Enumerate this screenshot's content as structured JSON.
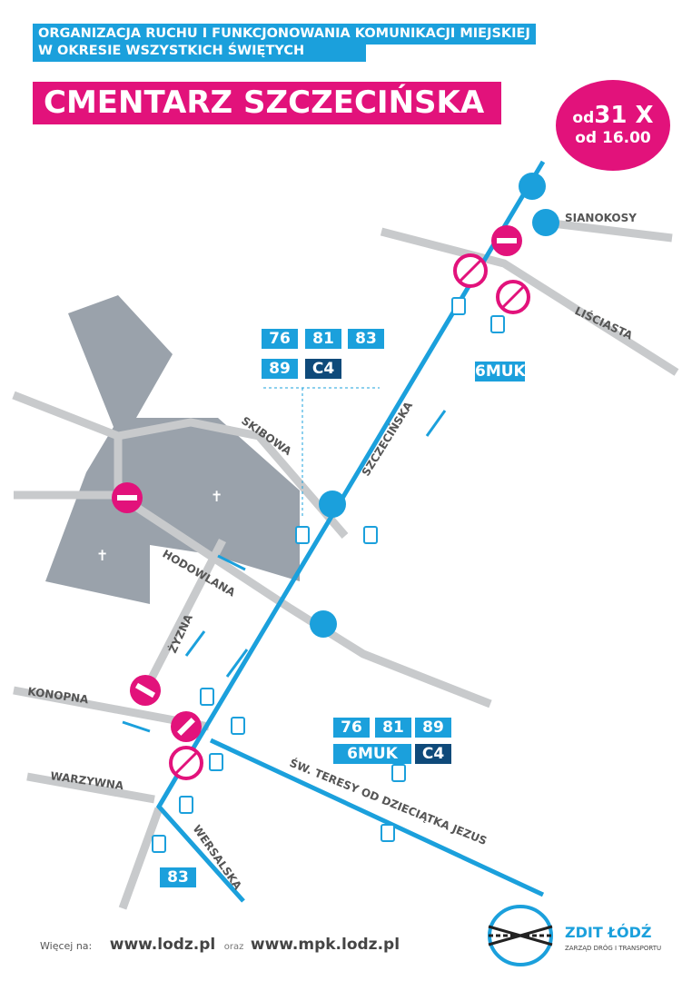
{
  "header": {
    "line1": "ORGANIZACJA RUCHU I FUNKCJONOWANIA KOMUNIKACJI MIEJSKIEJ",
    "line2": "W OKRESIE WSZYSTKICH ŚWIĘTYCH",
    "title": "CMENTARZ SZCZECIŃSKA"
  },
  "date": {
    "prefix": "od",
    "day": "31 X",
    "time": "od 16.00"
  },
  "streets": {
    "sianokosy": "SIANOKOSY",
    "lisciasta": "LIŚCIASTA",
    "szczecinska": "SZCZECIŃSKA",
    "skibowa": "SKIBOWA",
    "hodowlana": "HODOWLANA",
    "zyzna": "ŻYZNA",
    "konopna": "KONOPNA",
    "warzywna": "WARZYWNA",
    "wersalska": "WERSALSKA",
    "teresy": "ŚW. TERESY OD DZIECIĄTKA JEZUS"
  },
  "routes": {
    "top": [
      "76",
      "81",
      "83",
      "89",
      "C4"
    ],
    "bottom": [
      "76",
      "81",
      "89",
      "6MUK",
      "C4"
    ],
    "north": "6MUK",
    "south": "83"
  },
  "colors": {
    "blue": "#1ba0dc",
    "magenta": "#e2127b",
    "navy": "#0f4a7a",
    "road": "#c8cacc",
    "cemetery": "#9aa2ab"
  },
  "footer": {
    "more": "Więcej na:",
    "url1": "www.lodz.pl",
    "oraz": "oraz",
    "url2": "www.mpk.lodz.pl"
  },
  "logo": {
    "name": "ZDIT ŁÓDŹ",
    "sub": "ZARZĄD DRÓG I TRANSPORTU"
  }
}
